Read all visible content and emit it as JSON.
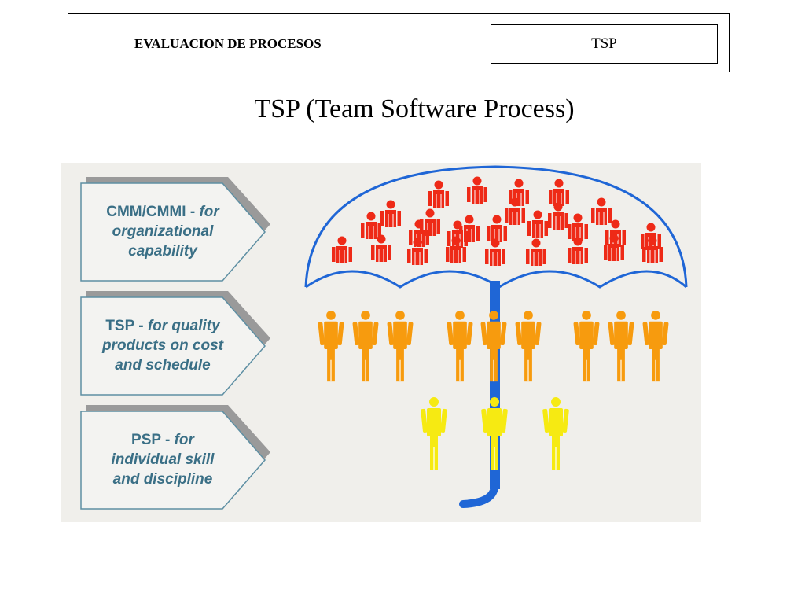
{
  "header": {
    "title": "EVALUACION DE PROCESOS",
    "tag": "TSP"
  },
  "page_title": "TSP (Team Software Process)",
  "diagram": {
    "levels": [
      {
        "name": "CMM/CMMI",
        "sep": " - ",
        "desc_lines": [
          "for",
          "organizational",
          "capability"
        ],
        "color": "#ee2a17"
      },
      {
        "name": "TSP",
        "sep": " - ",
        "desc_lines": [
          "for quality",
          "products on cost",
          "and schedule"
        ],
        "color": "#f79b0e"
      },
      {
        "name": "PSP",
        "sep": " - ",
        "desc_lines": [
          "for",
          "individual skill",
          "and discipline"
        ],
        "color": "#f6ea12"
      }
    ],
    "umbrella_color": "#1f66d6",
    "label_text_color": "#3a6f86"
  }
}
